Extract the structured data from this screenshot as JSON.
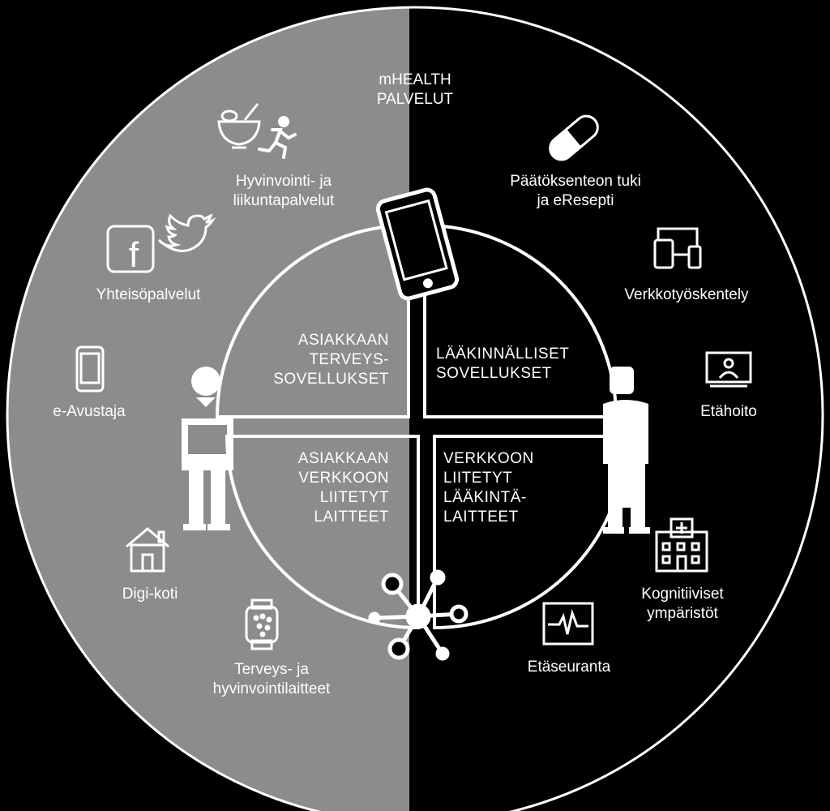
{
  "colors": {
    "background": "#000000",
    "left_half": "#8c8c8c",
    "stroke": "#ffffff",
    "text": "#ffffff"
  },
  "center": {
    "title": "mHEALTH\nPALVELUT"
  },
  "quadrants": {
    "top_left": "ASIAKKAAN\nTERVEYS-\nSOVELLUKSET",
    "top_right": "LÄÄKINNÄLLISET\nSOVELLUKSET",
    "bottom_left": "ASIAKKAAN\nVERKKOON\nLIITETYT\nLAITTEET",
    "bottom_right": "VERKKOON\nLIITETYT\nLÄÄKINTÄ-\nLAITTEET"
  },
  "services": {
    "wellness": "Hyvinvointi- ja\nliikuntapalvelut",
    "social": "Yhteisöpalvelut",
    "e_assistant": "e-Avustaja",
    "digi_home": "Digi-koti",
    "health_devices": "Terveys- ja\nhyvinvointilaitteet",
    "decision_support": "Päätöksenteon tuki\nja eResepti",
    "network_work": "Verkkotyöskentely",
    "remote_care": "Etähoito",
    "cognitive": "Kognitiiviset\nympäristöt",
    "remote_monitoring": "Etäseuranta"
  },
  "icons": {
    "social_letter": "f"
  }
}
